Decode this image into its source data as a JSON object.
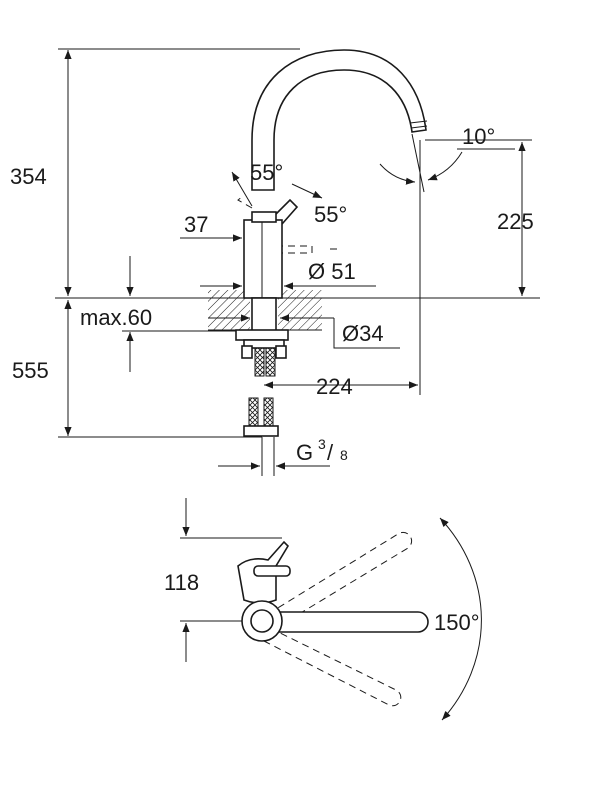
{
  "top_view": {
    "height_total": "354",
    "angle_spout": "10°",
    "angle_lever_left": "55°",
    "angle_lever_right": "55°",
    "body_width": "37",
    "spout_height": "225",
    "base_diameter": "Ø 51",
    "counter_thickness": "max.60",
    "hole_diameter": "Ø34",
    "depth_below": "555",
    "reach": "224",
    "thread_letter": "G",
    "thread_num": "3",
    "thread_den": "8"
  },
  "bottom_view": {
    "lever_offset": "118",
    "swivel_angle": "150°"
  }
}
